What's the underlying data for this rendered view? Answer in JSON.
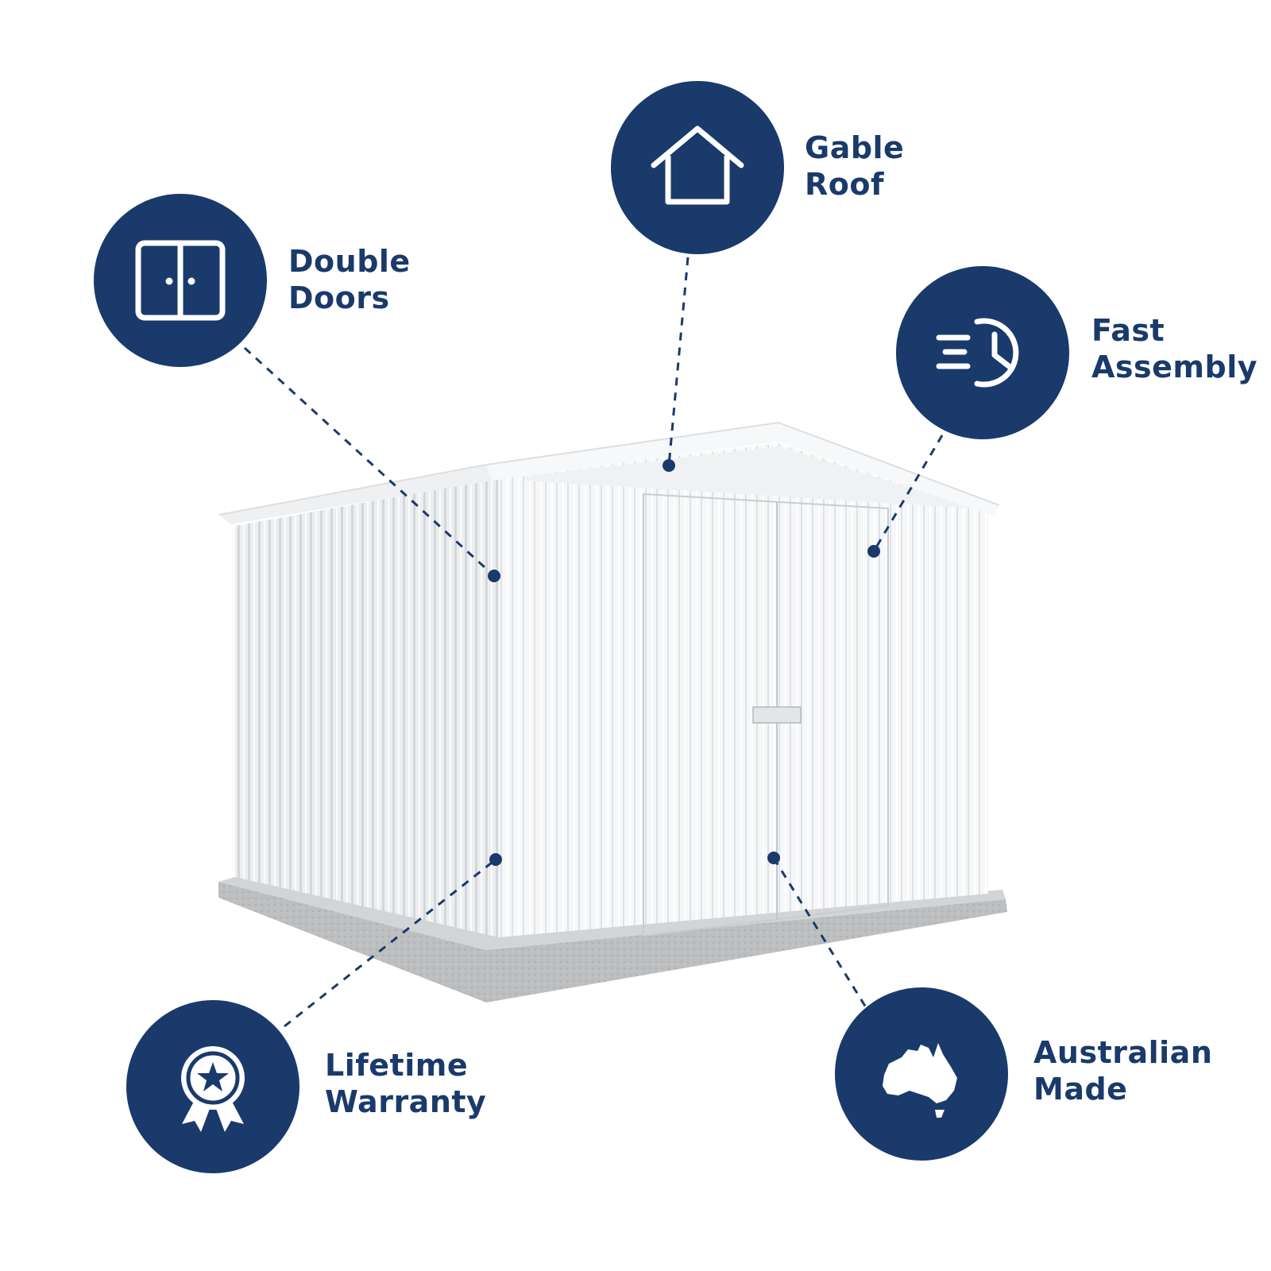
{
  "colors": {
    "navy": "#1a3a6b",
    "white": "#ffffff",
    "shed_light": "#f4f5f6",
    "shed_shadow": "#d9dcdf",
    "concrete": "#b9bbbd"
  },
  "features": [
    {
      "id": "double-doors",
      "icon": "double-doors-icon",
      "line1": "Double",
      "line2": "Doors"
    },
    {
      "id": "gable-roof",
      "icon": "house-icon",
      "line1": "Gable",
      "line2": "Roof"
    },
    {
      "id": "fast-assembly",
      "icon": "fast-clock-icon",
      "line1": "Fast",
      "line2": "Assembly"
    },
    {
      "id": "lifetime-warranty",
      "icon": "award-ribbon-icon",
      "line1": "Lifetime",
      "line2": "Warranty"
    },
    {
      "id": "australian-made",
      "icon": "australia-map-icon",
      "line1": "Australian",
      "line2": "Made"
    }
  ]
}
